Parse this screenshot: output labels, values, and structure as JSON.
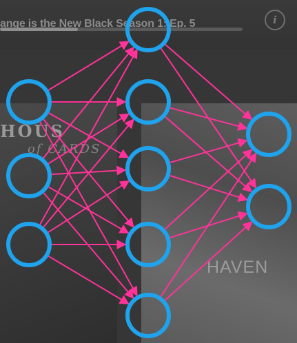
{
  "player": {
    "now_playing": "ange is the New Black Season 1: Ep. 5",
    "progress_fraction": 0.32,
    "info_icon": "info-icon",
    "info_glyph": "i"
  },
  "posters": {
    "left_title": "HOUS",
    "left_subtitle": "of CARDS",
    "right_title": "HAVEN"
  },
  "network": {
    "node_color": "#1fa3ec",
    "edge_color": "#ff3399",
    "layers": [
      3,
      5,
      2
    ],
    "connectivity": "fully-connected"
  }
}
